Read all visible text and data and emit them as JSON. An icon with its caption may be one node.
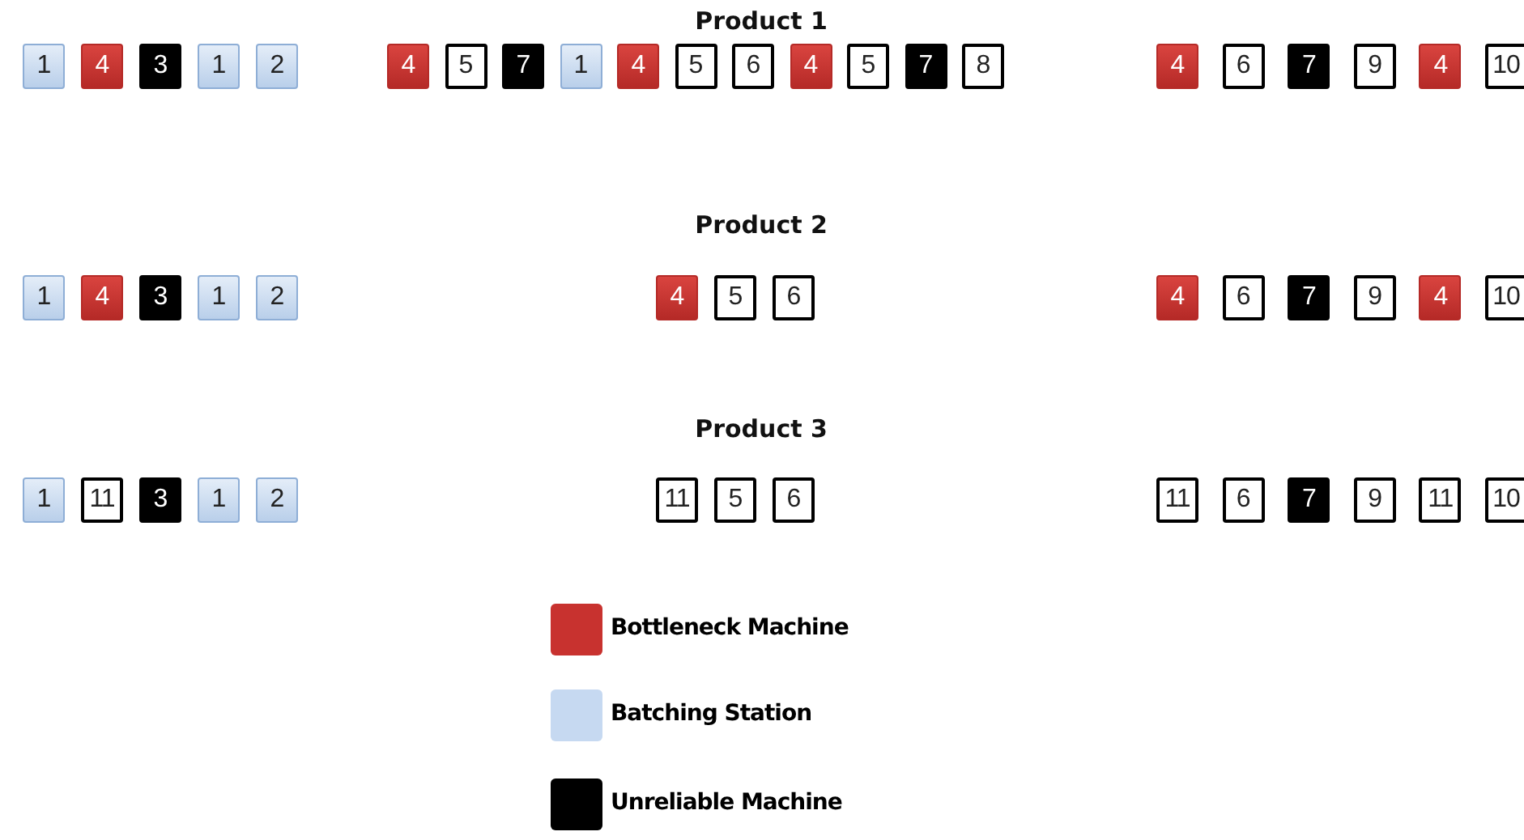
{
  "diagram": {
    "nodes": [
      {
        "text": [
          "1"
        ]
      },
      {
        "text": [
          "4"
        ]
      },
      {
        "text": [
          "3"
        ]
      },
      {
        "text": [
          "1"
        ]
      },
      {
        "text": [
          "2"
        ]
      },
      {
        "text": [
          "4"
        ]
      },
      {
        "text": [
          "5"
        ]
      },
      {
        "text": [
          "7"
        ]
      },
      {
        "text": [
          "1"
        ]
      },
      {
        "text": [
          "4"
        ]
      },
      {
        "text": [
          "5"
        ]
      },
      {
        "text": [
          "6"
        ]
      },
      {
        "text": [
          "4"
        ]
      },
      {
        "text": [
          "5"
        ]
      },
      {
        "text": [
          "7"
        ]
      },
      {
        "text": [
          "8"
        ]
      },
      {
        "text": [
          "4"
        ]
      },
      {
        "text": [
          "6"
        ]
      },
      {
        "text": [
          "7"
        ]
      },
      {
        "text": [
          "9"
        ]
      },
      {
        "text": [
          "4"
        ]
      },
      {
        "text": [
          "10"
        ]
      },
      {
        "text": [
          "1"
        ]
      },
      {
        "text": [
          "4"
        ]
      },
      {
        "text": [
          "3"
        ]
      },
      {
        "text": [
          "1"
        ]
      },
      {
        "text": [
          "2"
        ]
      },
      {
        "text": [
          "4"
        ]
      },
      {
        "text": [
          "5"
        ]
      },
      {
        "text": [
          "6"
        ]
      },
      {
        "text": [
          "4"
        ]
      },
      {
        "text": [
          "6"
        ]
      },
      {
        "text": [
          "7"
        ]
      },
      {
        "text": [
          "9"
        ]
      },
      {
        "text": [
          "4"
        ]
      },
      {
        "text": [
          "10"
        ]
      },
      {
        "text": [
          "1"
        ]
      },
      {
        "text": [
          "11"
        ]
      },
      {
        "text": [
          "3"
        ]
      },
      {
        "text": [
          "1"
        ]
      },
      {
        "text": [
          "2"
        ]
      },
      {
        "text": [
          "11"
        ]
      },
      {
        "text": [
          "5"
        ]
      },
      {
        "text": [
          "6"
        ]
      },
      {
        "text": [
          "11"
        ]
      },
      {
        "text": [
          "6"
        ]
      },
      {
        "text": [
          "7"
        ]
      },
      {
        "text": [
          "9"
        ]
      },
      {
        "text": [
          "11"
        ]
      },
      {
        "text": [
          "10"
        ]
      }
    ],
    "labels": [
      "Product 1",
      "Product 2",
      "Product 3"
    ],
    "legend": [
      {
        "text": "Bottleneck Machine",
        "color": "#c8322f"
      },
      {
        "text": "Batching Station",
        "color": "#c6d9f1"
      },
      {
        "text": "Unreliable Machine",
        "color": "#000000"
      }
    ]
  }
}
